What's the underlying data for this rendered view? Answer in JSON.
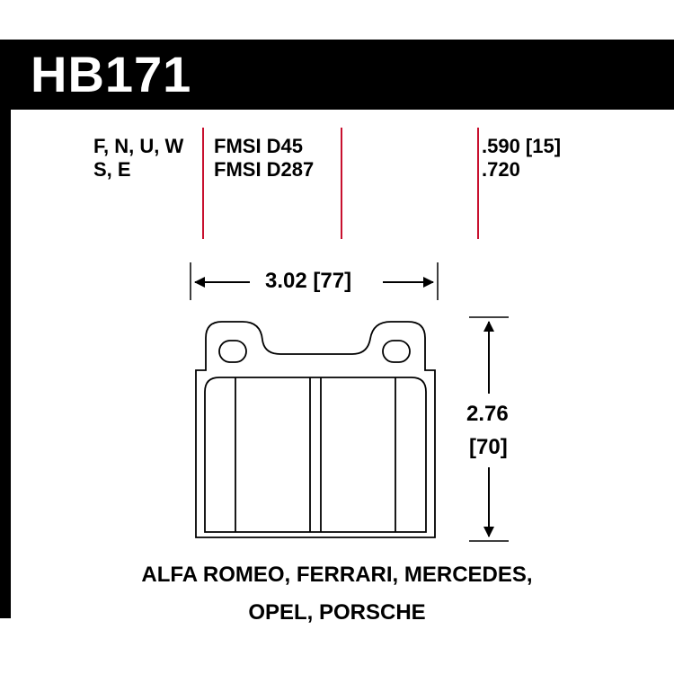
{
  "part_number": "HB171",
  "compound_codes": [
    "F, N, U, W",
    "S, E"
  ],
  "fmsi": [
    "FMSI D45",
    "FMSI D287"
  ],
  "thickness": [
    ".590 [15]",
    ".720"
  ],
  "width_dimension": "3.02 [77]",
  "height_dimension": [
    "2.76",
    "[70]"
  ],
  "applications": [
    "ALFA ROMEO, FERRARI, MERCEDES,",
    "OPEL, PORSCHE"
  ],
  "colors": {
    "header": "#000000",
    "divider_lines": "#c8102e",
    "outline": "#000000"
  }
}
